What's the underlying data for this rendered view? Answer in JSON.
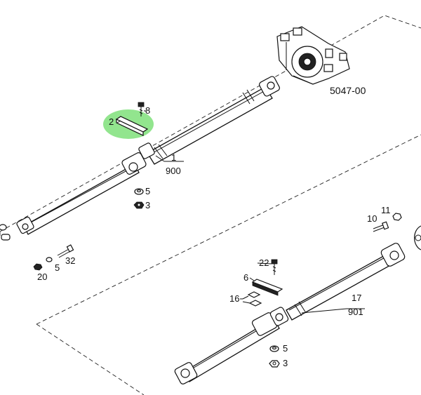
{
  "diagram": {
    "highlight_color": "#7fe07a",
    "group_main": "5047-00",
    "callouts": [
      {
        "id": "c1",
        "text": "1",
        "sub": "900"
      },
      {
        "id": "c2",
        "text": "2"
      },
      {
        "id": "c3a",
        "text": "3"
      },
      {
        "id": "c3b",
        "text": "3"
      },
      {
        "id": "c5a",
        "text": "5"
      },
      {
        "id": "c5b",
        "text": "5"
      },
      {
        "id": "c5c",
        "text": "5"
      },
      {
        "id": "c6",
        "text": "6"
      },
      {
        "id": "c8",
        "text": "8"
      },
      {
        "id": "c10",
        "text": "10"
      },
      {
        "id": "c11",
        "text": "11"
      },
      {
        "id": "c16",
        "text": "16"
      },
      {
        "id": "c17",
        "text": "17",
        "sub": "901"
      },
      {
        "id": "c20",
        "text": "20"
      },
      {
        "id": "c22",
        "text": "22"
      },
      {
        "id": "c32",
        "text": "32"
      }
    ]
  }
}
